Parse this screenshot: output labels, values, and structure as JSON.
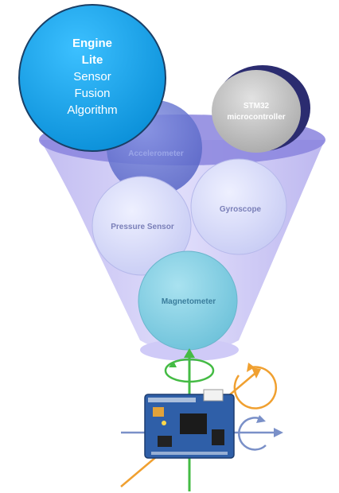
{
  "engine": {
    "line1": "Engine",
    "line2": "Lite",
    "line3": "Sensor",
    "line4": "Fusion",
    "line5": "Algorithm"
  },
  "nodes": {
    "mcu_line1": "STM32",
    "mcu_line2": "microcontroller",
    "accelerometer": "Accelerometer",
    "pressure": "Pressure Sensor",
    "gyroscope": "Gyroscope",
    "magnetometer": "Magnetometer"
  },
  "colors": {
    "engine": "#1ea8ee",
    "funnel": "#c9c4f4",
    "funnel_rim": "#7f78d8",
    "mcu": "#c8c8c8",
    "mcu_shadow": "#2a2a6e",
    "accelerometer": "#6f7fd8",
    "sensor_bubble": "#dde0fb",
    "magnetometer": "#8fd3e6",
    "axis_green": "#44bb44",
    "axis_orange": "#f0a030",
    "axis_blue": "#7a90c8"
  }
}
